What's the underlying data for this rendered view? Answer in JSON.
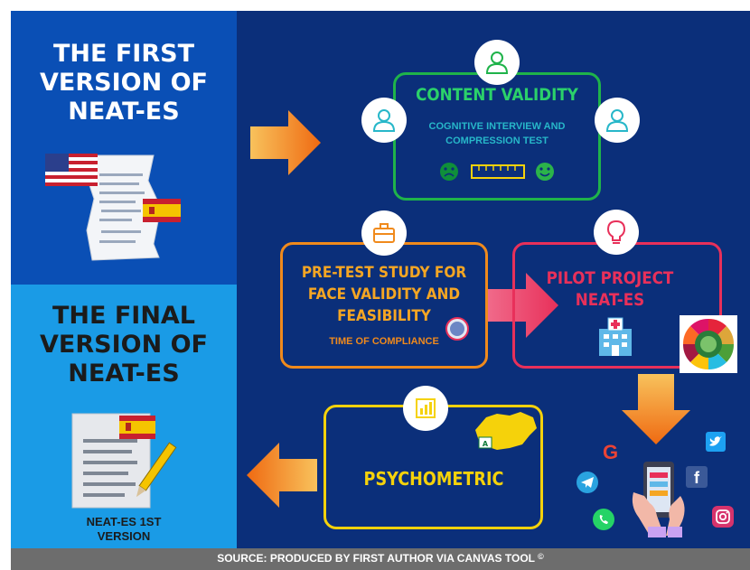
{
  "left": {
    "first_version_lines": [
      "THE FIRST",
      "VERSION OF",
      "NEAT-ES"
    ],
    "final_version_lines": [
      "THE FINAL",
      "VERSION OF",
      "NEAT-ES"
    ],
    "doc_caption_lines": [
      "NEAT-ES 1ST",
      "VERSION"
    ]
  },
  "boxes": {
    "content_validity": {
      "title": "CONTENT VALIDITY",
      "subtitle_lines": [
        "COGNITIVE INTERVIEW AND",
        "COMPRESSION TEST"
      ]
    },
    "pretest": {
      "title_lines": [
        "PRE-TEST STUDY FOR",
        "FACE VALIDITY AND",
        "FEASIBILITY"
      ],
      "subtitle": "TIME OF COMPLIANCE"
    },
    "pilot": {
      "title_lines": [
        "PILOT PROJECT",
        "NEAT-ES"
      ]
    },
    "psychometric": {
      "title": "PSYCHOMETRIC"
    }
  },
  "social": {
    "google": "G",
    "facebook": "f",
    "app_a": "A"
  },
  "footer": {
    "source": "SOURCE: PRODUCED BY FIRST AUTHOR VIA CANVAS TOOL",
    "mark": "©"
  },
  "colors": {
    "left_top": "#0a4fb5",
    "left_bottom": "#1a9be6",
    "main": "#0b2f7a",
    "green": "#1fb34a",
    "orange": "#f08a1c",
    "pink": "#e8305a",
    "yellow": "#f5d20b",
    "cyan_text": "#27b7c9",
    "title_green": "#2bd16a",
    "title_orange": "#f5a623"
  }
}
